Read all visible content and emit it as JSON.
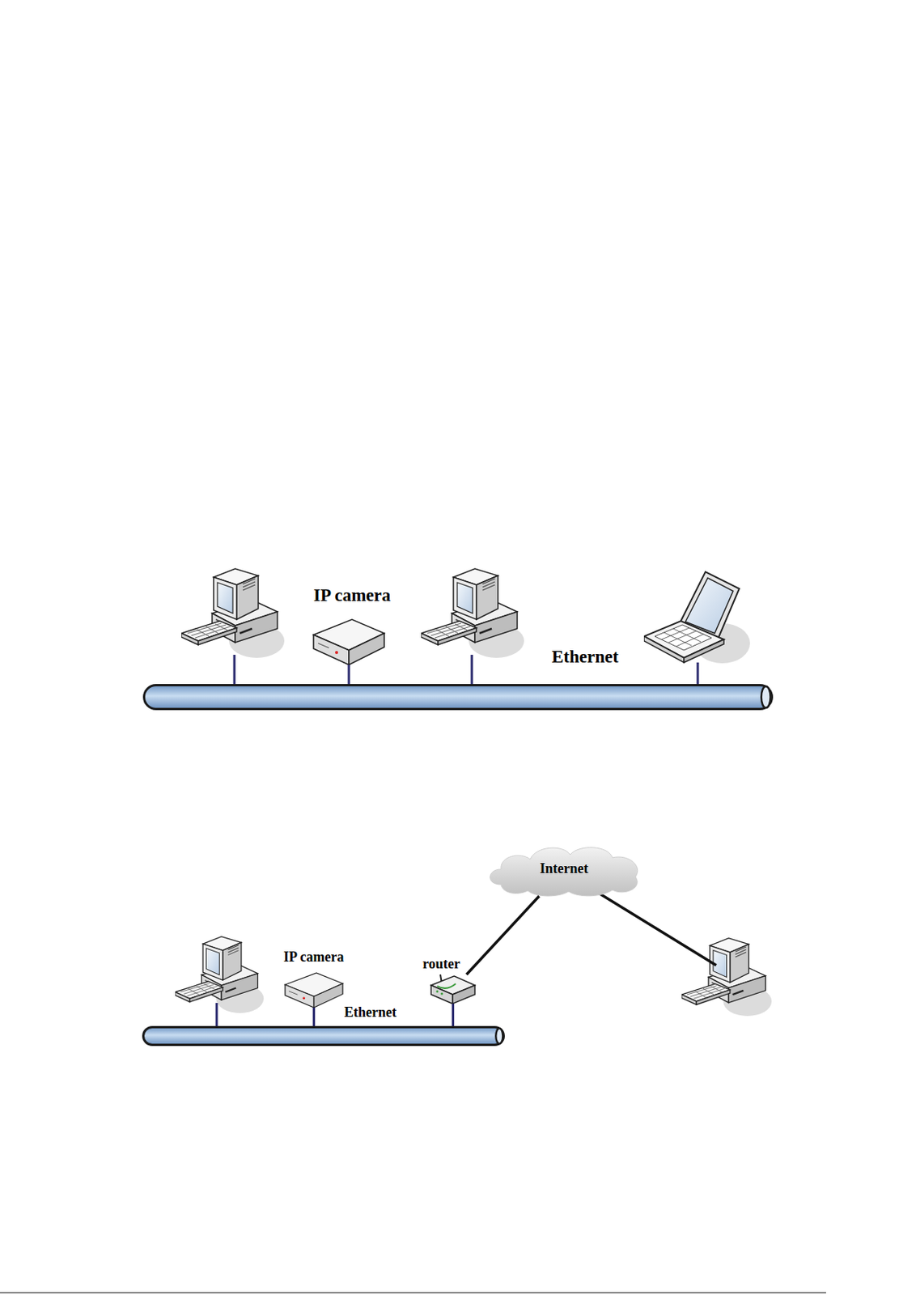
{
  "diagram": {
    "nodes": [
      {
        "text": [
          "IP camera"
        ]
      },
      {
        "text": [
          "Ethernet"
        ]
      },
      {
        "text": [
          "Internet"
        ]
      },
      {
        "text": [
          "IP camera"
        ]
      },
      {
        "text": [
          "router"
        ]
      },
      {
        "text": [
          "Ethernet"
        ]
      }
    ],
    "edges": [
      {
        "from": 0,
        "to": 1,
        "arrow": "none"
      },
      {
        "from": 3,
        "to": 5,
        "arrow": "none"
      },
      {
        "from": 4,
        "to": 5,
        "arrow": "none"
      },
      {
        "from": 4,
        "to": 2,
        "arrow": "none"
      }
    ]
  }
}
